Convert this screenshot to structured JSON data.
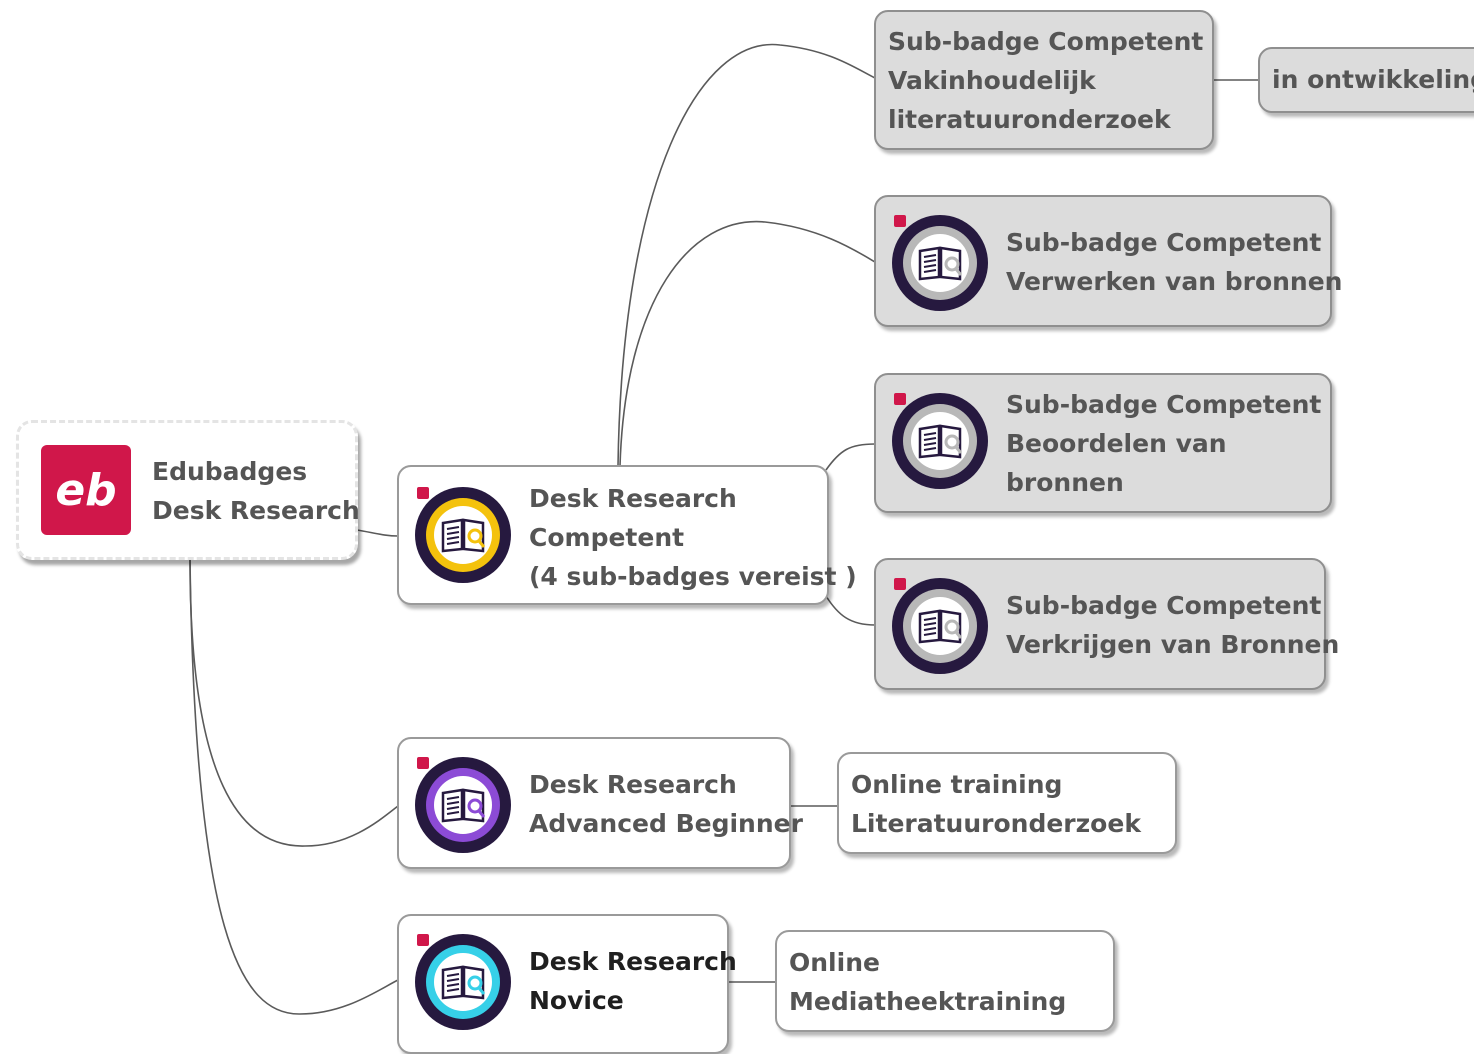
{
  "colors": {
    "brand_red": "#d0174a",
    "competent_yellow": "#f4c20d",
    "advanced_purple": "#8c4bd6",
    "novice_cyan": "#36d0e8",
    "subbadge_grey": "#b8b8b8",
    "badge_navy": "#26193f"
  },
  "root": {
    "logo_icon": "edubadges-logo-icon",
    "lines": [
      "Edubadges",
      "Desk Research"
    ]
  },
  "competent": {
    "badge_icon": "book-badge-icon",
    "lines": [
      "Desk Research",
      "Competent",
      "(4 sub-badges vereist )"
    ]
  },
  "sub_badges": [
    {
      "lines": [
        "Sub-badge Competent",
        "Vakinhoudelijk",
        "literatuuronderzoek"
      ]
    },
    {
      "badge_icon": "book-badge-icon",
      "lines": [
        "Sub-badge Competent",
        "Verwerken van bronnen"
      ]
    },
    {
      "badge_icon": "book-badge-icon",
      "lines": [
        "Sub-badge Competent",
        "Beoordelen van",
        "bronnen"
      ]
    },
    {
      "badge_icon": "book-badge-icon",
      "lines": [
        "Sub-badge Competent",
        "Verkrijgen van Bronnen"
      ]
    }
  ],
  "status": {
    "lines": [
      "in ontwikkeling"
    ]
  },
  "advanced": {
    "badge_icon": "book-badge-icon",
    "lines": [
      "Desk Research",
      "Advanced Beginner"
    ],
    "training": {
      "lines": [
        "Online training",
        "Literatuuronderzoek"
      ]
    }
  },
  "novice": {
    "badge_icon": "book-badge-icon",
    "lines": [
      "Desk Research",
      "Novice"
    ],
    "training": {
      "lines": [
        "Online",
        "Mediatheektraining"
      ]
    }
  }
}
